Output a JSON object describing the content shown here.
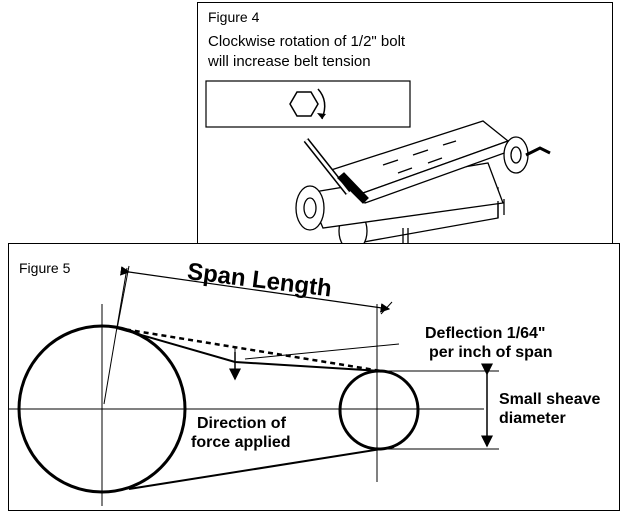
{
  "figure4": {
    "title": "Figure 4",
    "caption_line1": "Clockwise rotation of 1/2\" bolt",
    "caption_line2": "will increase belt tension"
  },
  "figure5": {
    "title": "Figure 5",
    "span_length": "Span Length",
    "deflection_line1": "Deflection 1/64\"",
    "deflection_line2": "per inch of span",
    "direction_line1": "Direction of",
    "direction_line2": "force applied",
    "sheave_line1": "Small sheave",
    "sheave_line2": "diameter"
  }
}
